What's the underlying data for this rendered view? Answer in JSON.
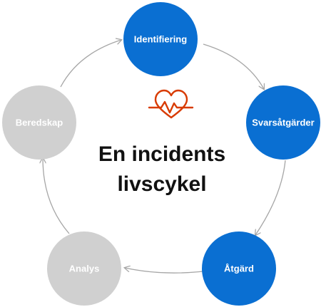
{
  "title": {
    "line1": "En incidents",
    "line2": "livscykel"
  },
  "icon": {
    "name": "heart-pulse-icon",
    "color": "#d83b01"
  },
  "colors": {
    "active": "#0a6fd2",
    "inactive": "#d0d0d0",
    "connector": "#a6a6a6",
    "label": "#ffffff"
  },
  "stages": [
    {
      "id": "identifiering",
      "label": "Identifiering",
      "state": "active"
    },
    {
      "id": "svarsatgarder",
      "label": "Svarsåtgärder",
      "state": "active"
    },
    {
      "id": "atgard",
      "label": "Åtgärd",
      "state": "active"
    },
    {
      "id": "analys",
      "label": "Analys",
      "state": "inactive"
    },
    {
      "id": "beredskap",
      "label": "Beredskap",
      "state": "inactive"
    }
  ],
  "flow": [
    {
      "from": "identifiering",
      "to": "svarsatgarder"
    },
    {
      "from": "svarsatgarder",
      "to": "atgard"
    },
    {
      "from": "atgard",
      "to": "analys"
    },
    {
      "from": "analys",
      "to": "beredskap"
    },
    {
      "from": "beredskap",
      "to": "identifiering"
    }
  ]
}
